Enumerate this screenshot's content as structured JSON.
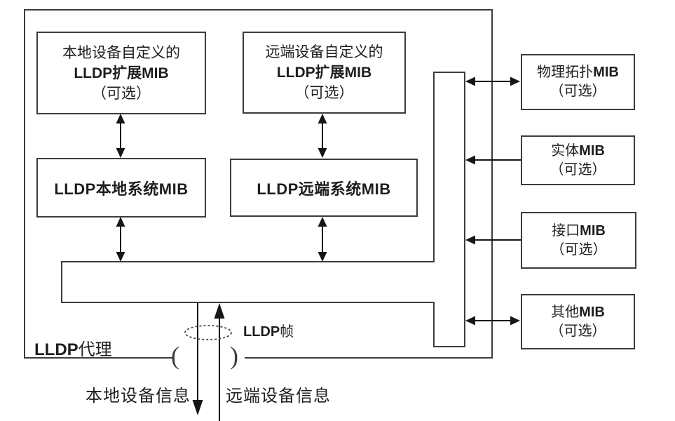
{
  "diagram": {
    "colors": {
      "line": "#3c3c3c",
      "arrow": "#161616",
      "background": "#ffffff"
    },
    "agent": {
      "latin": "LLDP",
      "cjk": "代理"
    },
    "frame": {
      "latin": "LLDP",
      "cjk": "帧"
    },
    "bottom": {
      "local": "本地设备信息",
      "remote": "远端设备信息"
    },
    "parens": {
      "left": "(",
      "right": ")"
    },
    "boxes": {
      "local_ext": {
        "line1": "本地设备自定义的",
        "line2": "LLDP扩展MIB",
        "line3": "（可选）"
      },
      "remote_ext": {
        "line1": "远端设备自定义的",
        "line2": "LLDP扩展MIB",
        "line3": "（可选）"
      },
      "local_sys": {
        "label": "LLDP本地系统MIB"
      },
      "remote_sys": {
        "label": "LLDP远端系统MIB"
      },
      "phys_topo": {
        "cjk": "物理拓扑",
        "latin": "MIB",
        "optional": "（可选）"
      },
      "entity": {
        "cjk": "实体",
        "latin": "MIB",
        "optional": "（可选）"
      },
      "interface": {
        "cjk": "接口",
        "latin": "MIB",
        "optional": "（可选）"
      },
      "other": {
        "cjk": "其他",
        "latin": "MIB",
        "optional": "（可选）"
      }
    }
  }
}
